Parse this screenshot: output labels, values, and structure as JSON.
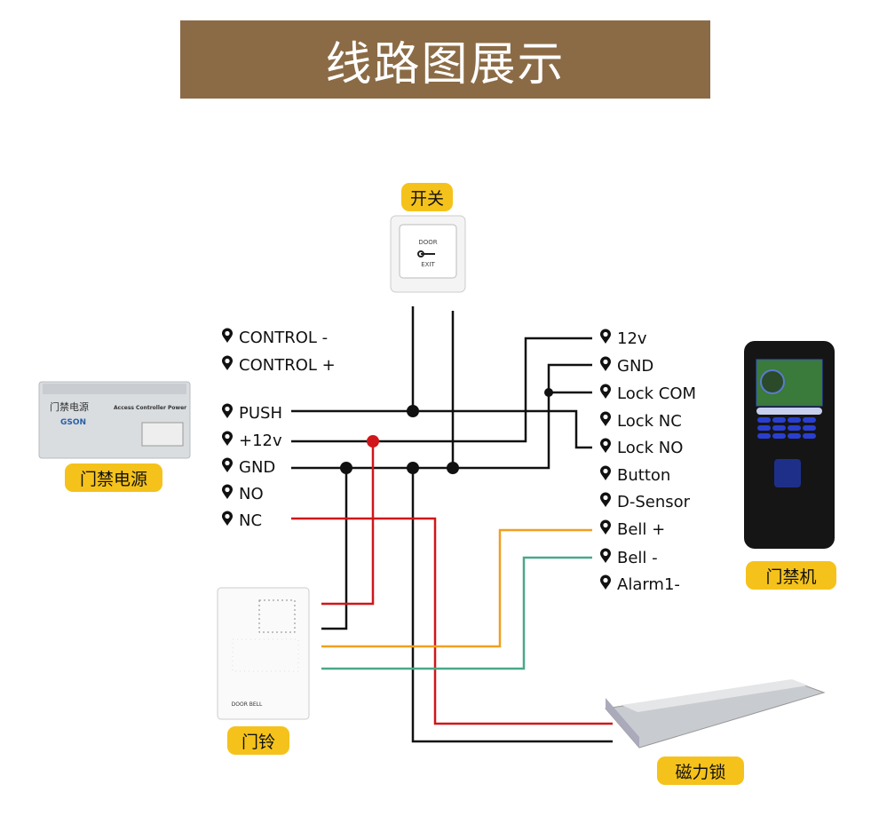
{
  "title": "线路图展示",
  "labels": {
    "switch": "开关",
    "power": "门禁电源",
    "controller": "门禁机",
    "doorbell": "门铃",
    "maglock": "磁力锁"
  },
  "switch_device": {
    "line1": "DOOR",
    "line2": "EXIT"
  },
  "power_device": {
    "brand": "GSON",
    "name": "Access Controller Power",
    "cn": "门禁电源"
  },
  "doorbell_device": {
    "text": "DOOR BELL"
  },
  "left_pins": [
    "CONTROL -",
    "CONTROL +",
    "PUSH",
    "+12v",
    "GND",
    "NO",
    "NC"
  ],
  "right_pins": [
    "12v",
    "GND",
    "Lock COM",
    "Lock NC",
    "Lock NO",
    "Button",
    "D-Sensor",
    "Bell +",
    "Bell -",
    "Alarm1-"
  ],
  "colors": {
    "banner": "#8b6b45",
    "tag": "#f5c21b",
    "red": "#d0161b",
    "orange": "#f0a020",
    "green": "#4aa88a",
    "black": "#111111"
  }
}
